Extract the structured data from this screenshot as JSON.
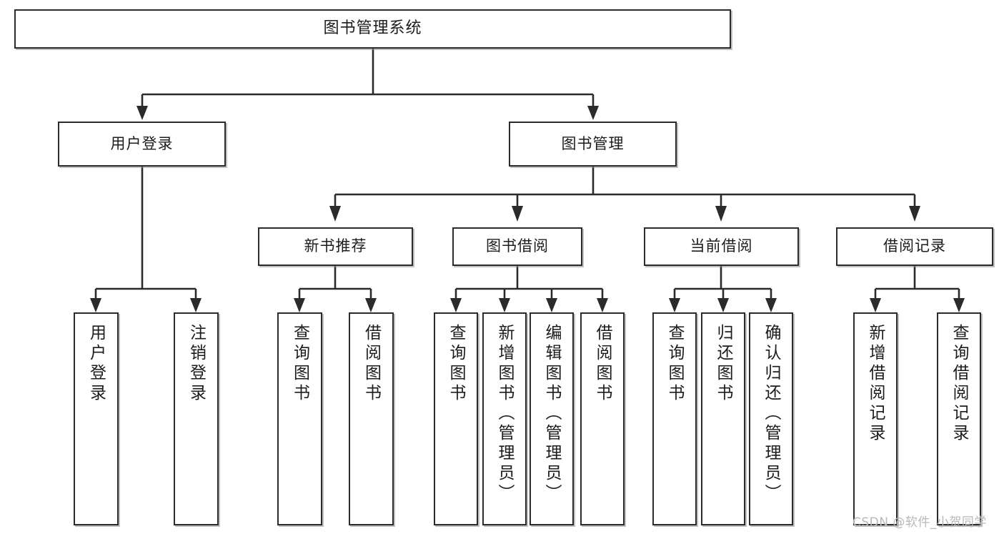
{
  "diagram": {
    "title_text": "图书管理系统",
    "type": "tree-hierarchy-chart",
    "watermark": "CSDN @软件_小贺同学",
    "colors": {
      "node_border": "#2b2b2b",
      "node_fill": "#ffffff",
      "connector": "#2b2b2b",
      "background": "#ffffff",
      "watermark": "#b8b8b8"
    },
    "root": {
      "label": "图书管理系统"
    },
    "level2": [
      {
        "label": "用户登录"
      },
      {
        "label": "图书管理"
      }
    ],
    "level3": [
      {
        "label": "新书推荐"
      },
      {
        "label": "图书借阅"
      },
      {
        "label": "当前借阅"
      },
      {
        "label": "借阅记录"
      }
    ],
    "leaves_user_login": [
      {
        "label": "用户登录"
      },
      {
        "label": "注销登录"
      }
    ],
    "leaves_new_book": [
      {
        "label": "查询图书"
      },
      {
        "label": "借阅图书"
      }
    ],
    "leaves_borrow": [
      {
        "label": "查询图书"
      },
      {
        "label": "新增图书（管理员）"
      },
      {
        "label": "编辑图书（管理员）"
      },
      {
        "label": "借阅图书"
      }
    ],
    "leaves_current": [
      {
        "label": "查询图书"
      },
      {
        "label": "归还图书"
      },
      {
        "label": "确认归还（管理员）"
      }
    ],
    "leaves_record": [
      {
        "label": "新增借阅记录"
      },
      {
        "label": "查询借阅记录"
      }
    ]
  }
}
